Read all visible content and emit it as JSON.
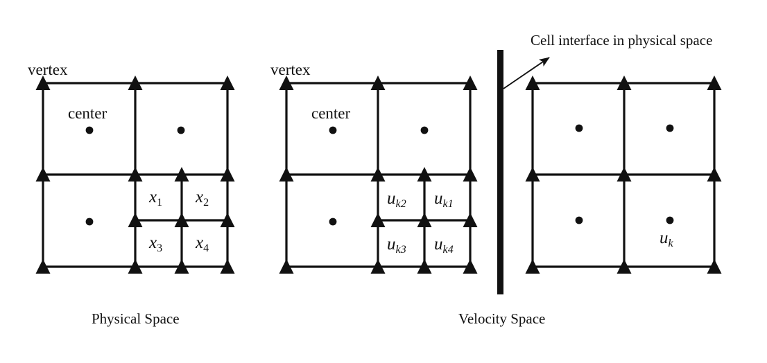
{
  "figure": {
    "annotation": "Cell interface in physical space",
    "captions": {
      "left": "Physical Space",
      "middle": "Velocity Space"
    }
  },
  "panels": {
    "physical": {
      "vertex_label": "vertex",
      "center_label": "center",
      "subcells": [
        {
          "base": "x",
          "sub": "1"
        },
        {
          "base": "x",
          "sub": "2"
        },
        {
          "base": "x",
          "sub": "3"
        },
        {
          "base": "x",
          "sub": "4"
        }
      ]
    },
    "velocity": {
      "vertex_label": "vertex",
      "center_label": "center",
      "subcells": [
        {
          "base": "u",
          "sub": "k2"
        },
        {
          "base": "u",
          "sub": "k1"
        },
        {
          "base": "u",
          "sub": "k3"
        },
        {
          "base": "u",
          "sub": "k4"
        }
      ]
    },
    "interface": {
      "cell_label": {
        "base": "u",
        "sub": "k"
      }
    }
  },
  "style": {
    "ink": "#111111",
    "line_color": "#111111",
    "background": "#ffffff"
  }
}
